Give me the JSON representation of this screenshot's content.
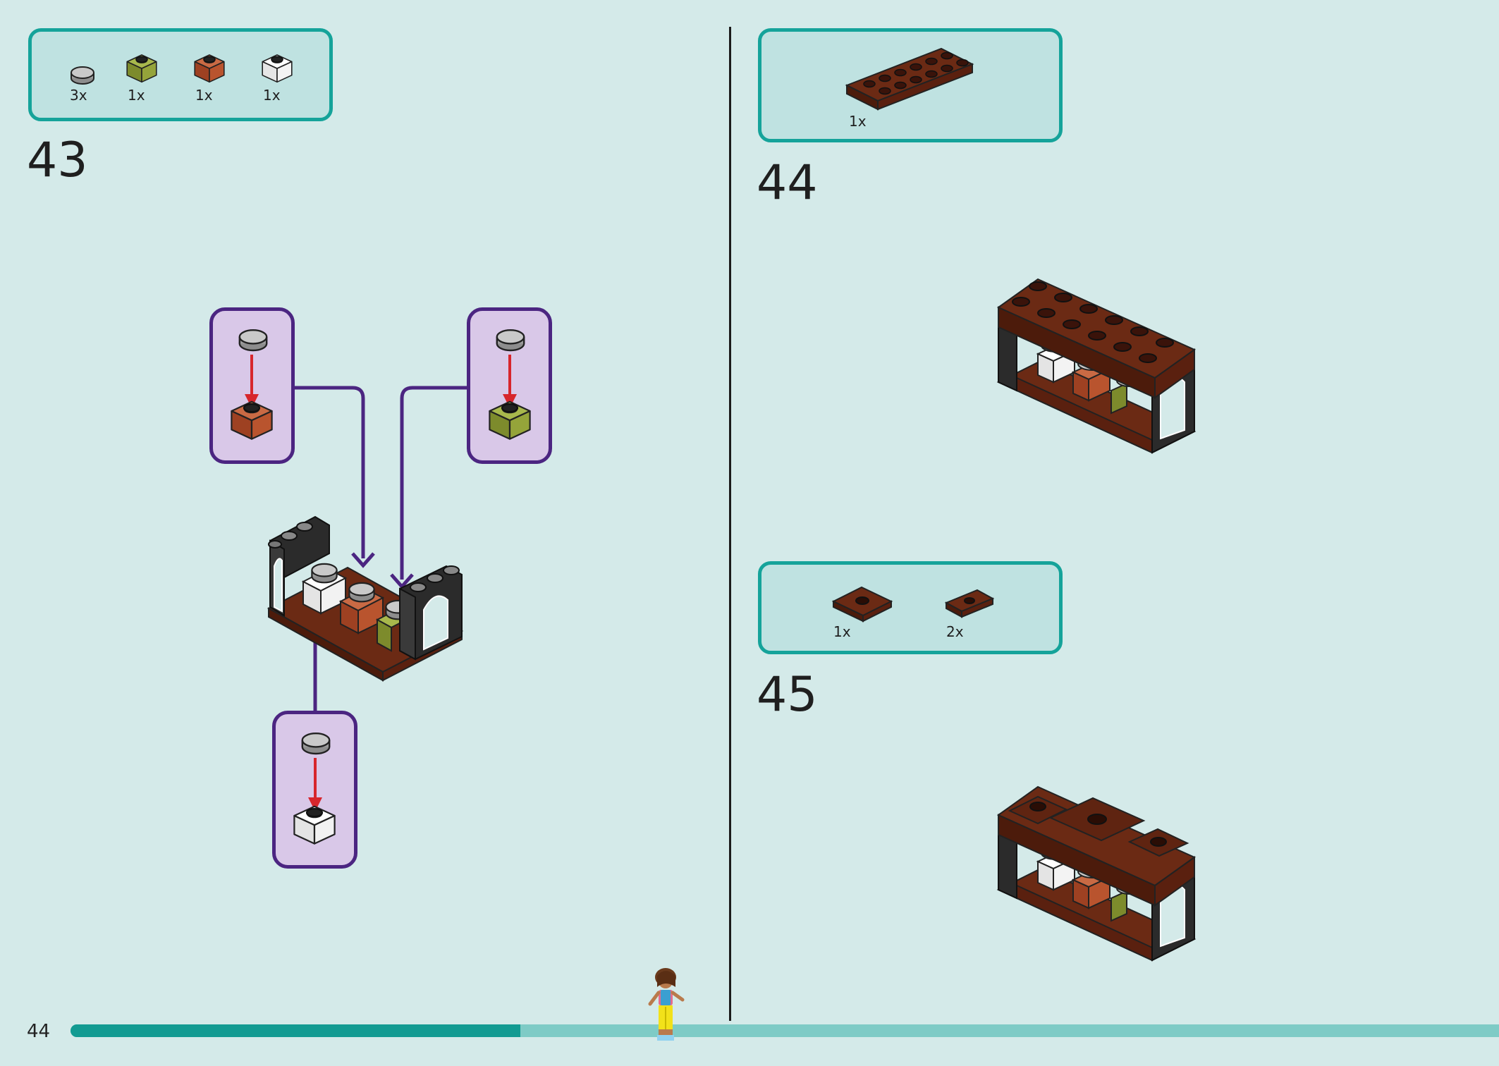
{
  "page": {
    "number": "44",
    "progress": 0.315
  },
  "steps": [
    {
      "number": "43",
      "parts": [
        {
          "qty": "3x",
          "name": "grey-round-tile"
        },
        {
          "qty": "1x",
          "name": "olive-brick-1x1"
        },
        {
          "qty": "1x",
          "name": "reddish-brown-brick-1x1"
        },
        {
          "qty": "1x",
          "name": "white-brick-1x1"
        }
      ]
    },
    {
      "number": "44",
      "parts": [
        {
          "qty": "1x",
          "name": "brown-plate-2x6"
        }
      ]
    },
    {
      "number": "45",
      "parts": [
        {
          "qty": "1x",
          "name": "brown-jumper-plate-2x2"
        },
        {
          "qty": "2x",
          "name": "brown-jumper-plate-1x2"
        }
      ]
    }
  ],
  "colors": {
    "background": "#d4eae9",
    "parts_box_border": "#15a39a",
    "callout_border": "#4b2581",
    "callout_fill": "#d9c8e8",
    "arrow_red": "#d7262c",
    "progress_fill": "#129b92",
    "progress_track": "#7ecbc6",
    "brown": "#5a2616",
    "reddish_brown": "#a64a28",
    "olive": "#8a9a3a"
  }
}
